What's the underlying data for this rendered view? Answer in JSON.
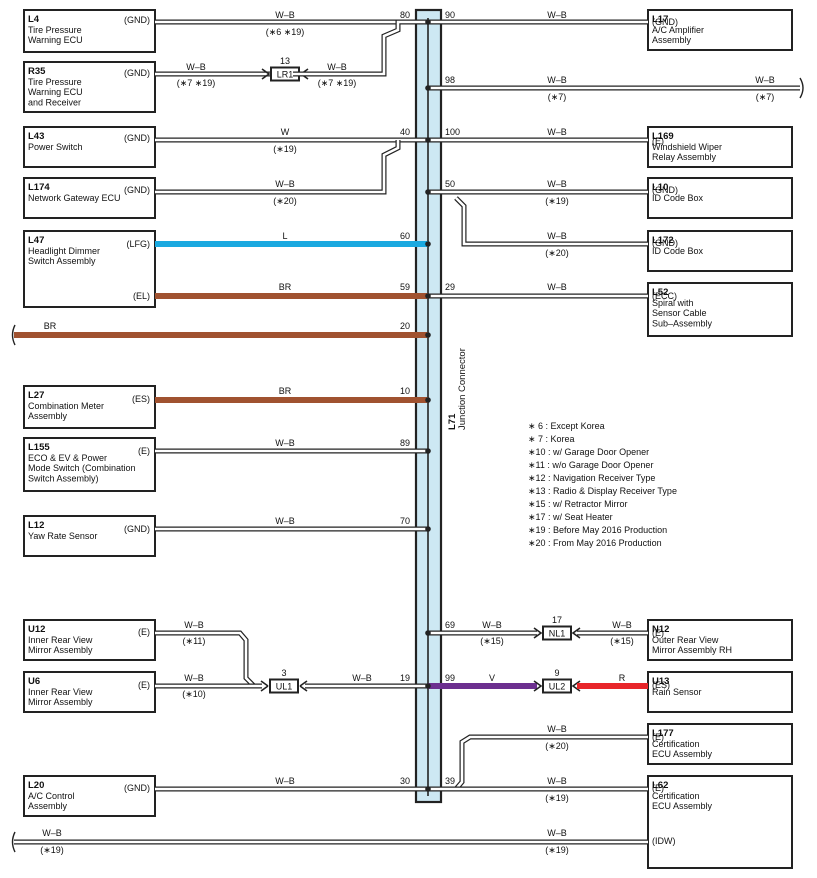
{
  "colors": {
    "wire_l": "#1aa9e0",
    "wire_br": "#a05230",
    "wire_v": "#6c2f8f",
    "wire_r": "#e8262a",
    "junction_fill": "#cde8f3",
    "line": "#222222"
  },
  "junction": {
    "code": "L71",
    "name": "Junction Connector"
  },
  "components": {
    "L4": {
      "code": "L4",
      "lines": [
        "Tire Pressure",
        "Warning ECU"
      ],
      "pins": [
        "(GND)"
      ]
    },
    "R35": {
      "code": "R35",
      "lines": [
        "Tire Pressure",
        "Warning ECU",
        "and Receiver"
      ],
      "pins": [
        "(GND)"
      ]
    },
    "L43": {
      "code": "L43",
      "lines": [
        "Power Switch"
      ],
      "pins": [
        "(GND)"
      ]
    },
    "L174": {
      "code": "L174",
      "lines": [
        "Network Gateway ECU"
      ],
      "pins": [
        "(GND)"
      ]
    },
    "L47": {
      "code": "L47",
      "lines": [
        "Headlight Dimmer",
        "Switch Assembly"
      ],
      "pins": [
        "(LFG)",
        "(EL)"
      ]
    },
    "L27": {
      "code": "L27",
      "lines": [
        "Combination Meter",
        "Assembly"
      ],
      "pins": [
        "(ES)"
      ]
    },
    "L155": {
      "code": "L155",
      "lines": [
        "ECO & EV & Power",
        "Mode Switch (Combination",
        "Switch Assembly)"
      ],
      "pins": [
        "(E)"
      ]
    },
    "L12": {
      "code": "L12",
      "lines": [
        "Yaw Rate Sensor"
      ],
      "pins": [
        "(GND)"
      ]
    },
    "U12": {
      "code": "U12",
      "lines": [
        "Inner Rear View",
        "Mirror Assembly"
      ],
      "pins": [
        "(E)"
      ]
    },
    "U6": {
      "code": "U6",
      "lines": [
        "Inner Rear View",
        "Mirror Assembly"
      ],
      "pins": [
        "(E)"
      ]
    },
    "L20": {
      "code": "L20",
      "lines": [
        "A/C Control",
        "Assembly"
      ],
      "pins": [
        "(GND)"
      ]
    },
    "L17": {
      "code": "L17",
      "lines": [
        "A/C Amplifier",
        "Assembly"
      ],
      "pins": [
        "(GND)"
      ]
    },
    "L169": {
      "code": "L169",
      "lines": [
        "Windshield Wiper",
        "Relay Assembly"
      ],
      "pins": [
        "(E)"
      ]
    },
    "L10": {
      "code": "L10",
      "lines": [
        "ID Code Box"
      ],
      "pins": [
        "(GND)"
      ]
    },
    "L172": {
      "code": "L172",
      "lines": [
        "ID Code Box"
      ],
      "pins": [
        "(GND)"
      ]
    },
    "L52": {
      "code": "L52",
      "lines": [
        "Spiral with",
        "Sensor Cable",
        "Sub–Assembly"
      ],
      "pins": [
        "(ECC)"
      ]
    },
    "N12": {
      "code": "N12",
      "lines": [
        "Outer Rear View",
        "Mirror Assembly RH"
      ],
      "pins": [
        "(E)"
      ]
    },
    "U13": {
      "code": "U13",
      "lines": [
        "Rain Sensor"
      ],
      "pins": [
        "(ES)"
      ]
    },
    "L177": {
      "code": "L177",
      "lines": [
        "Certification",
        "ECU Assembly"
      ],
      "pins": [
        "(E)"
      ]
    },
    "L62": {
      "code": "L62",
      "lines": [
        "Certification",
        "ECU Assembly"
      ],
      "pins": [
        "(E)",
        "(IDW)"
      ]
    }
  },
  "connectors": {
    "LR1": {
      "label": "LR1",
      "pin": "13"
    },
    "UL1": {
      "label": "UL1",
      "pin": "3"
    },
    "NL1": {
      "label": "NL1",
      "pin": "17"
    },
    "UL2": {
      "label": "UL2",
      "pin": "9"
    }
  },
  "wires": {
    "w_l4": {
      "color": "W–B",
      "note": "(∗6 ∗19)",
      "pin": "80"
    },
    "w_r35a": {
      "color": "W–B",
      "note": "(∗7 ∗19)"
    },
    "w_r35b": {
      "color": "W–B",
      "note": "(∗7 ∗19)"
    },
    "w_l43": {
      "color": "W",
      "note": "(∗19)",
      "pin": "40"
    },
    "w_l174": {
      "color": "W–B",
      "note": "(∗20)"
    },
    "w_l47a": {
      "color": "L",
      "pin": "60"
    },
    "w_l47b": {
      "color": "BR",
      "pin": "59"
    },
    "w_br20": {
      "color": "BR",
      "pin": "20"
    },
    "w_l27": {
      "color": "BR",
      "pin": "10"
    },
    "w_l155": {
      "color": "W–B",
      "pin": "89"
    },
    "w_l12": {
      "color": "W–B",
      "pin": "70"
    },
    "w_u12": {
      "color": "W–B",
      "note": "(∗11)"
    },
    "w_u6": {
      "color": "W–B",
      "note": "(∗10)"
    },
    "w_ul1": {
      "color": "W–B",
      "pin": "19"
    },
    "w_l20": {
      "color": "W–B",
      "pin": "30"
    },
    "w_l17": {
      "color": "W–B",
      "pin": "90"
    },
    "w_98": {
      "color": "W–B",
      "note": "(∗7)",
      "pin": "98"
    },
    "w_98b": {
      "color": "W–B",
      "note": "(∗7)"
    },
    "w_l169": {
      "color": "W–B",
      "pin": "100"
    },
    "w_l10": {
      "color": "W–B",
      "note": "(∗19)",
      "pin": "50"
    },
    "w_l172": {
      "color": "W–B",
      "note": "(∗20)"
    },
    "w_l52": {
      "color": "W–B",
      "pin": "29"
    },
    "w_nl1a": {
      "color": "W–B",
      "note": "(∗15)",
      "pin": "69"
    },
    "w_nl1b": {
      "color": "W–B",
      "note": "(∗15)"
    },
    "w_v": {
      "color": "V",
      "pin": "99"
    },
    "w_r": {
      "color": "R"
    },
    "w_l177": {
      "color": "W–B",
      "note": "(∗20)"
    },
    "w_l62": {
      "color": "W–B",
      "note": "(∗19)",
      "pin": "39"
    },
    "w_idw_l": {
      "color": "W–B",
      "note": "(∗19)"
    },
    "w_idw_r": {
      "color": "W–B",
      "note": "(∗19)"
    }
  },
  "legend": [
    "∗ 6 : Except Korea",
    "∗ 7 : Korea",
    "∗10 : w/ Garage Door Opener",
    "∗11 : w/o Garage Door Opener",
    "∗12 : Navigation Receiver Type",
    "∗13 : Radio & Display Receiver Type",
    "∗15 : w/ Retractor Mirror",
    "∗17 : w/ Seat Heater",
    "∗19 : Before May 2016 Production",
    "∗20 : From May 2016 Production"
  ]
}
